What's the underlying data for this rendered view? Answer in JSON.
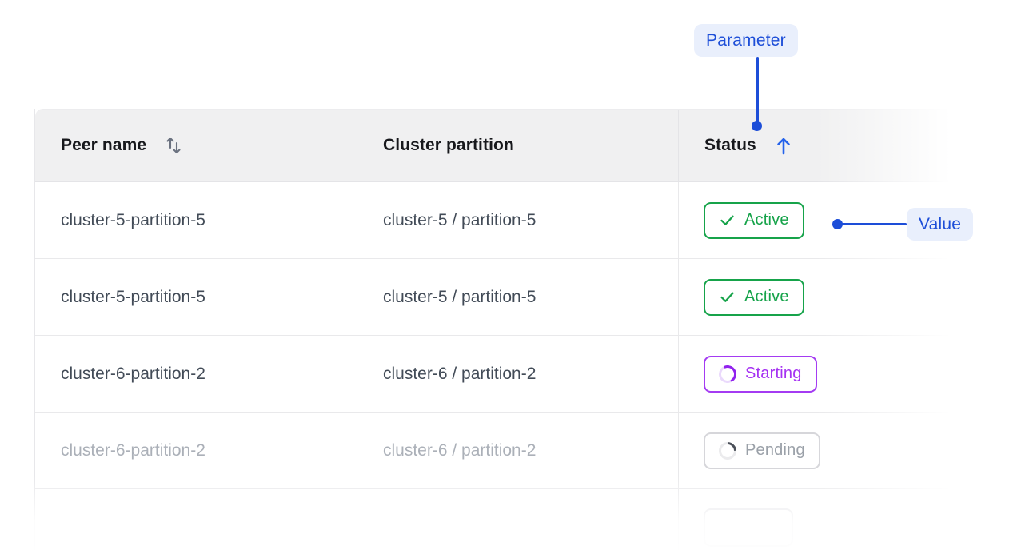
{
  "palette": {
    "accent_blue": "#1d4ed8",
    "callout_pill_bg": "#e9effc",
    "status_active_green": "#16a34a",
    "status_starting_purple": "#a43bf2",
    "status_pending_gray": "#9aa0a8",
    "header_bg": "#f0f0f1",
    "row_border": "#e9e9eb"
  },
  "annotations": {
    "parameter": {
      "label": "Parameter"
    },
    "value": {
      "label": "Value"
    }
  },
  "table": {
    "columns": [
      {
        "label": "Peer name",
        "sort_icon": "sort-both"
      },
      {
        "label": "Cluster partition",
        "sort_icon": "none"
      },
      {
        "label": "Status",
        "sort_icon": "sort-asc"
      }
    ],
    "rows": [
      {
        "peer_name": "cluster-5-partition-5",
        "cluster_partition": "cluster-5 / partition-5",
        "status": {
          "label": "Active",
          "kind": "active"
        },
        "muted": false
      },
      {
        "peer_name": "cluster-5-partition-5",
        "cluster_partition": "cluster-5 / partition-5",
        "status": {
          "label": "Active",
          "kind": "active"
        },
        "muted": false
      },
      {
        "peer_name": "cluster-6-partition-2",
        "cluster_partition": "cluster-6 / partition-2",
        "status": {
          "label": "Starting",
          "kind": "starting"
        },
        "muted": false
      },
      {
        "peer_name": "cluster-6-partition-2",
        "cluster_partition": "cluster-6 / partition-2",
        "status": {
          "label": "Pending",
          "kind": "pending"
        },
        "muted": true
      },
      {
        "peer_name": "",
        "cluster_partition": "",
        "status": {
          "label": "",
          "kind": "ghost"
        },
        "muted": true
      }
    ]
  }
}
